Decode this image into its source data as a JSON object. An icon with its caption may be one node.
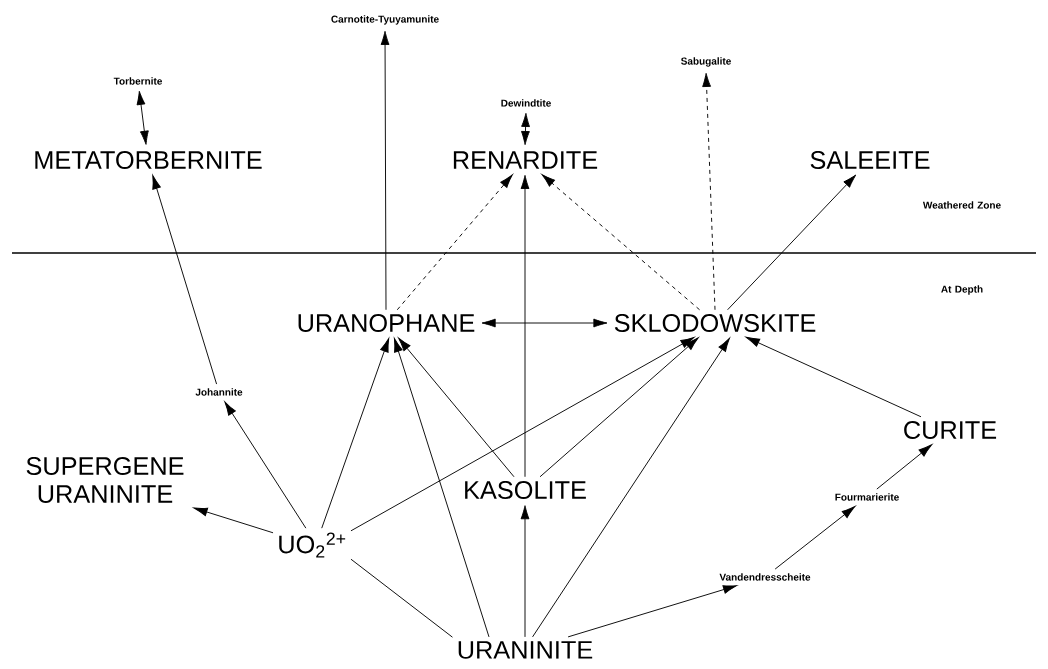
{
  "diagram": {
    "nodes": [
      {
        "text": [
          "Carnotite-Tyuyamunite"
        ]
      },
      {
        "text": [
          "Torbernite"
        ]
      },
      {
        "text": [
          "Dewindtite"
        ]
      },
      {
        "text": [
          "Sabugalite"
        ]
      },
      {
        "text": [
          "METATORBERNITE"
        ]
      },
      {
        "text": [
          "RENARDITE"
        ]
      },
      {
        "text": [
          "SALEEITE"
        ]
      },
      {
        "text": [
          "URANOPHANE"
        ]
      },
      {
        "text": [
          "SKLODOWSKITE"
        ]
      },
      {
        "text": [
          "Johannite"
        ]
      },
      {
        "text": [
          "CURITE"
        ]
      },
      {
        "text": [
          "SUPERGENE URANINITE"
        ]
      },
      {
        "text": [
          "KASOLITE"
        ]
      },
      {
        "text": [
          "Fourmarierite"
        ]
      },
      {
        "text": [
          "UO$_{2}$$^{2+}$"
        ]
      },
      {
        "text": [
          "Vandendresscheite"
        ]
      },
      {
        "text": [
          "URANINITE"
        ]
      }
    ],
    "edges": [
      {
        "from": 7,
        "to": 0,
        "arrow": "to"
      },
      {
        "from": 1,
        "to": 4,
        "arrow": "both"
      },
      {
        "from": 2,
        "to": 5,
        "arrow": "both"
      },
      {
        "from": 7,
        "to": 5,
        "arrow": "to",
        "style": "dashed"
      },
      {
        "from": 12,
        "to": 5,
        "arrow": "to"
      },
      {
        "from": 8,
        "to": 5,
        "arrow": "to",
        "style": "dashed"
      },
      {
        "from": 8,
        "to": 3,
        "arrow": "to",
        "style": "dashed"
      },
      {
        "from": 8,
        "to": 6,
        "arrow": "to"
      },
      {
        "from": 9,
        "to": 4,
        "arrow": "to"
      },
      {
        "from": 7,
        "to": 8,
        "arrow": "both"
      },
      {
        "from": 14,
        "to": 9,
        "arrow": "to"
      },
      {
        "from": 14,
        "to": 7,
        "arrow": "to"
      },
      {
        "from": 16,
        "to": 7,
        "arrow": "to"
      },
      {
        "from": 12,
        "to": 7,
        "arrow": "to"
      },
      {
        "from": 14,
        "to": 8,
        "arrow": "to"
      },
      {
        "from": 12,
        "to": 8,
        "arrow": "to"
      },
      {
        "from": 16,
        "to": 8,
        "arrow": "to"
      },
      {
        "from": 10,
        "to": 8,
        "arrow": "to"
      },
      {
        "from": 14,
        "to": 11,
        "arrow": "to"
      },
      {
        "from": 16,
        "to": 14,
        "arrow": "none"
      },
      {
        "from": 16,
        "to": 12,
        "arrow": "to"
      },
      {
        "from": 16,
        "to": 15,
        "arrow": "to"
      },
      {
        "from": 15,
        "to": 13,
        "arrow": "to"
      },
      {
        "from": 13,
        "to": 10,
        "arrow": "to"
      }
    ],
    "labels": [
      "Weathered Zone",
      "At Depth"
    ]
  }
}
